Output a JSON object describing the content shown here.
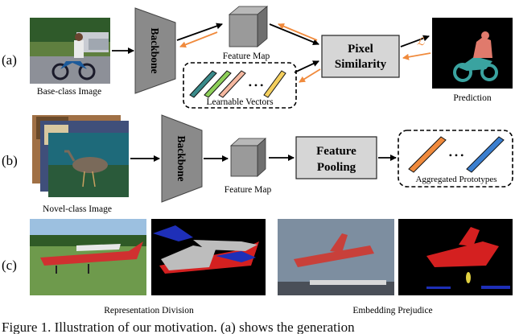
{
  "row_labels": [
    "(a)",
    "(b)",
    "(c)"
  ],
  "row_a": {
    "input_caption": "Base-class Image",
    "backbone_label": "Backbone",
    "feature_map_caption": "Feature Map",
    "vectors_caption": "Learnable Vectors",
    "vectors_ellipsis": "• • •",
    "similarity_label_line1": "Pixel",
    "similarity_label_line2": "Similarity",
    "loss_symbol": "ℒ",
    "output_caption": "Prediction"
  },
  "row_b": {
    "input_caption": "Novel-class Image",
    "backbone_label": "Backbone",
    "feature_map_caption": "Feature Map",
    "pooling_label_line1": "Feature",
    "pooling_label_line2": "Pooling",
    "prototypes_caption": "Aggregated Prototypes",
    "prototypes_ellipsis": "• • •"
  },
  "row_c": {
    "left_caption": "Representation Division",
    "right_caption": "Embedding Prejudice"
  },
  "figure_caption": "Figure 1. Illustration of our motivation. (a) shows the generation",
  "colors": {
    "backbone": "#8a8a8a",
    "box_fill": "#d6d6d6",
    "forward_arrow": "#000000",
    "backward_arrow": "#f08a3c",
    "mask_red": "#d42020",
    "mask_blue": "#1e2fb8",
    "mask_gray": "#bdbdbd",
    "mask_teal": "#3aa3a0",
    "mask_salmon": "#e07a6c",
    "vector_orange": "#f08a3c",
    "vector_blue": "#3b7fd0"
  }
}
